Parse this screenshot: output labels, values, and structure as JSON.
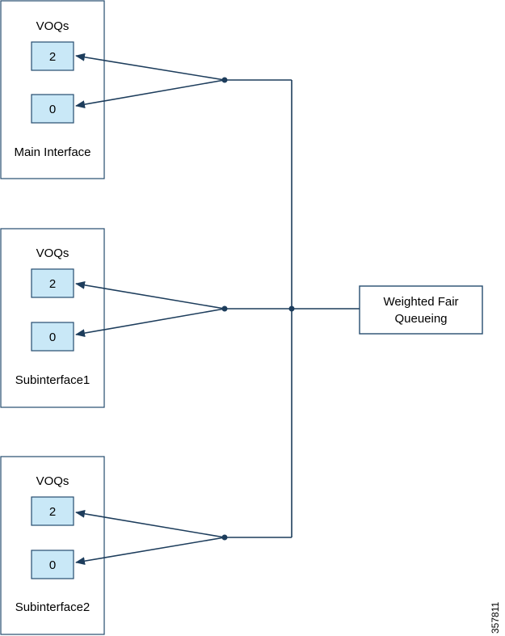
{
  "interfaces": [
    {
      "voq_heading": "VOQs",
      "queue_top": "2",
      "queue_bottom": "0",
      "label": "Main Interface"
    },
    {
      "voq_heading": "VOQs",
      "queue_top": "2",
      "queue_bottom": "0",
      "label": "Subinterface1"
    },
    {
      "voq_heading": "VOQs",
      "queue_top": "2",
      "queue_bottom": "0",
      "label": "Subinterface2"
    }
  ],
  "scheduler": {
    "line1": "Weighted Fair",
    "line2": "Queueing"
  },
  "figure_id": "357811",
  "colors": {
    "queue_fill": "#c9e8f7",
    "line": "#1d3d5c",
    "border": "#264c6f"
  }
}
